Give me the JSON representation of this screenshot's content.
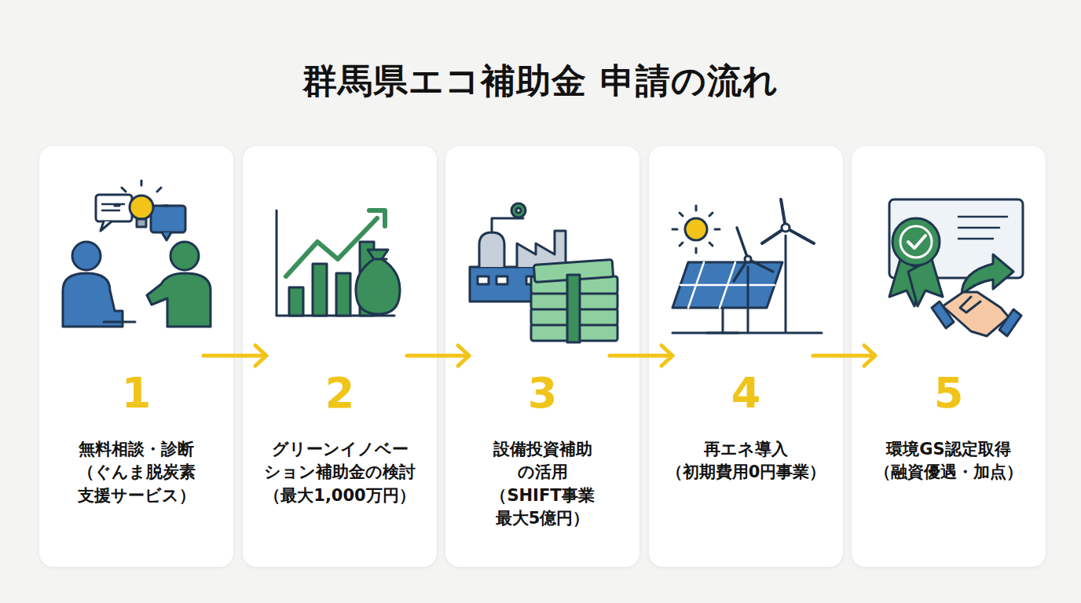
{
  "diagram": {
    "title": "群馬県エコ補助金 申請の流れ",
    "nodes": [
      {
        "text": [
          "1",
          "無料相談・診断",
          "（ぐんま脱炭素 支援サービス）"
        ]
      },
      {
        "text": [
          "2",
          "グリーンイノベー ション補助金の検討",
          "（最大1,000万円）"
        ]
      },
      {
        "text": [
          "3",
          "設備投資補助 の活用",
          "（SHIFT事業 最大5億円）"
        ]
      },
      {
        "text": [
          "4",
          "再エネ導入",
          "（初期費用0円事業）"
        ]
      },
      {
        "text": [
          "5",
          "環境GS認定取得",
          "（融資優遇・加点）"
        ]
      }
    ],
    "edges": [
      {
        "from": 0,
        "to": 1,
        "arrow": "to"
      },
      {
        "from": 1,
        "to": 2,
        "arrow": "to"
      },
      {
        "from": 2,
        "to": 3,
        "arrow": "to"
      },
      {
        "from": 3,
        "to": 4,
        "arrow": "to"
      }
    ]
  }
}
